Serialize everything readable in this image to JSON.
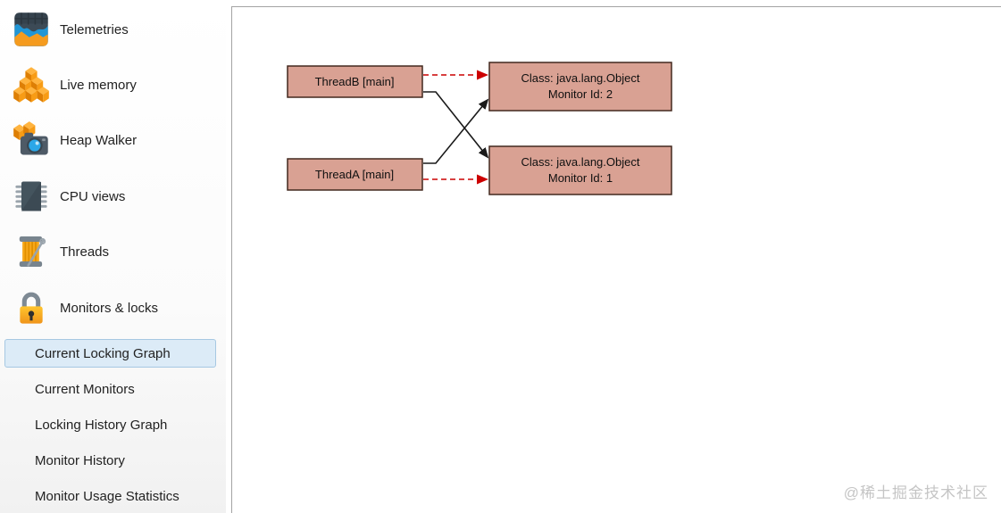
{
  "sidebar": {
    "items": [
      {
        "label": "Telemetries",
        "icon": "telemetries-icon"
      },
      {
        "label": "Live memory",
        "icon": "live-memory-icon"
      },
      {
        "label": "Heap Walker",
        "icon": "heap-walker-icon"
      },
      {
        "label": "CPU views",
        "icon": "cpu-views-icon"
      },
      {
        "label": "Threads",
        "icon": "threads-icon"
      },
      {
        "label": "Monitors & locks",
        "icon": "monitors-locks-icon"
      }
    ],
    "subitems": [
      {
        "label": "Current Locking Graph",
        "selected": true
      },
      {
        "label": "Current Monitors",
        "selected": false
      },
      {
        "label": "Locking History Graph",
        "selected": false
      },
      {
        "label": "Monitor History",
        "selected": false
      },
      {
        "label": "Monitor Usage Statistics",
        "selected": false
      }
    ]
  },
  "diagram": {
    "threads": [
      {
        "label": "ThreadB [main]"
      },
      {
        "label": "ThreadA [main]"
      }
    ],
    "monitors": [
      {
        "line1": "Class: java.lang.Object",
        "line2": "Monitor Id: 2"
      },
      {
        "line1": "Class: java.lang.Object",
        "line2": "Monitor Id: 1"
      }
    ],
    "colors": {
      "node_fill": "#d9a193",
      "node_border": "#42291f",
      "blocking_arrow": "#cc0000",
      "owning_arrow": "#1a1a1a",
      "selected_item_bg": "#dcebf7",
      "selected_item_border": "#a6c8e2"
    }
  },
  "watermark": "@稀土掘金技术社区"
}
